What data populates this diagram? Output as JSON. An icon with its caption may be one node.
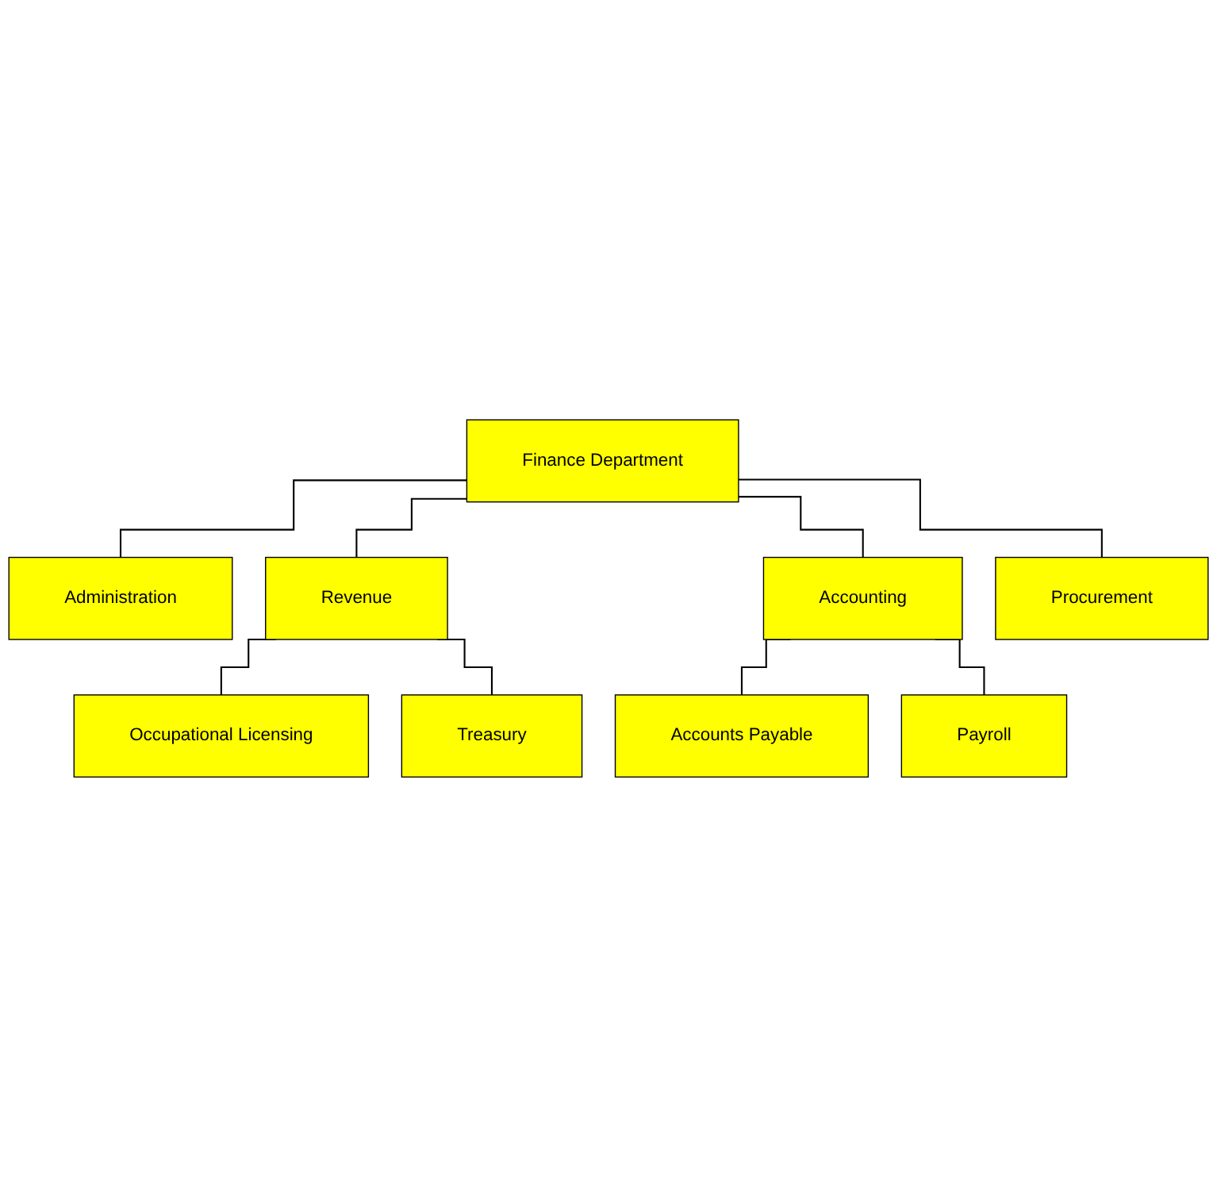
{
  "diagram": {
    "nodes": [
      {
        "text": [
          "Finance Department"
        ]
      },
      {
        "text": [
          "Administration"
        ]
      },
      {
        "text": [
          "Revenue"
        ]
      },
      {
        "text": [
          "Accounting"
        ]
      },
      {
        "text": [
          "Procurement"
        ]
      },
      {
        "text": [
          "Occupational Licensing"
        ]
      },
      {
        "text": [
          "Treasury"
        ]
      },
      {
        "text": [
          "Accounts Payable"
        ]
      },
      {
        "text": [
          "Payroll"
        ]
      }
    ],
    "edges": [
      {
        "from": 0,
        "to": 1,
        "arrow": "none"
      },
      {
        "from": 0,
        "to": 2,
        "arrow": "none"
      },
      {
        "from": 0,
        "to": 3,
        "arrow": "none"
      },
      {
        "from": 0,
        "to": 4,
        "arrow": "none"
      },
      {
        "from": 2,
        "to": 5,
        "arrow": "none"
      },
      {
        "from": 2,
        "to": 6,
        "arrow": "none"
      },
      {
        "from": 3,
        "to": 7,
        "arrow": "none"
      },
      {
        "from": 3,
        "to": 8,
        "arrow": "none"
      }
    ]
  }
}
